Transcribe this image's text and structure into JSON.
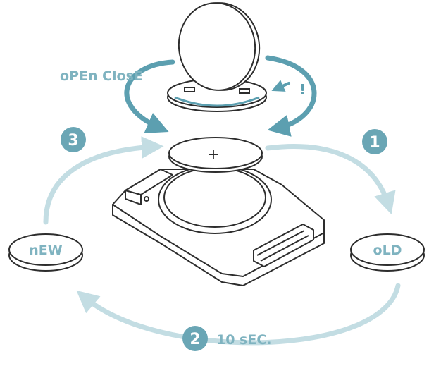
{
  "labels": {
    "open_close": "oPEn ClosE",
    "warning": "!",
    "new_battery": "nEW",
    "old_battery": "oLD",
    "wait_time": "10 sEC.",
    "battery_symbol": "+"
  },
  "steps": [
    {
      "number": "1"
    },
    {
      "number": "2"
    },
    {
      "number": "3"
    }
  ],
  "colors": {
    "arrow_dark": "#5c9fb0",
    "arrow_light": "#c3dde3",
    "badge_fill": "#6aa6b5",
    "line": "#2d2d2d",
    "fill": "#ffffff"
  }
}
